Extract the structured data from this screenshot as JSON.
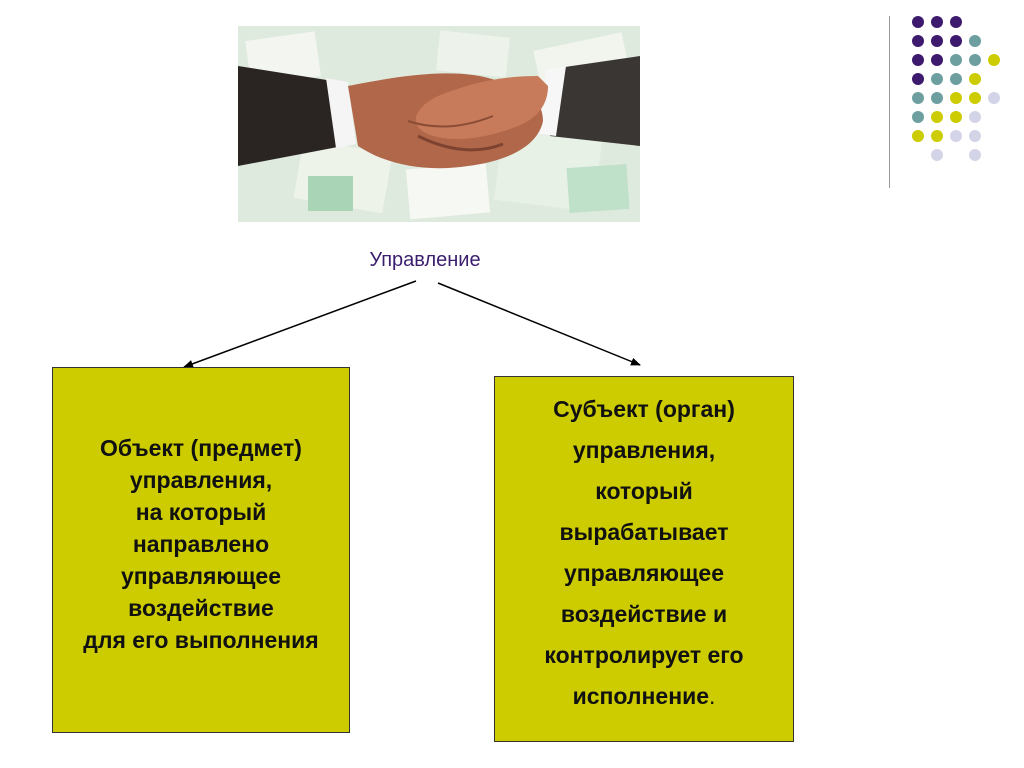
{
  "title": "Управление",
  "left_box": {
    "lines": [
      "Объект (предмет)",
      "управления,",
      "на который",
      "направлено",
      "управляющее",
      "воздействие",
      "для его выполнения"
    ]
  },
  "right_box": {
    "lines": [
      "Субъект (орган)",
      "управления,",
      "который",
      "вырабатывает",
      "управляющее",
      "воздействие и",
      "контролирует его",
      "исполнение"
    ],
    "trailing": "."
  },
  "colors": {
    "box_fill": "#cccc00",
    "title_color": "#3b1f6e",
    "dot_purple": "#3d1a6e",
    "dot_teal": "#6e9fa0",
    "dot_olive": "#cccc00",
    "dot_lavender": "#d4d4e8"
  },
  "decor": {
    "photo": "handshake-photo",
    "pattern": "dot-grid-icon"
  }
}
